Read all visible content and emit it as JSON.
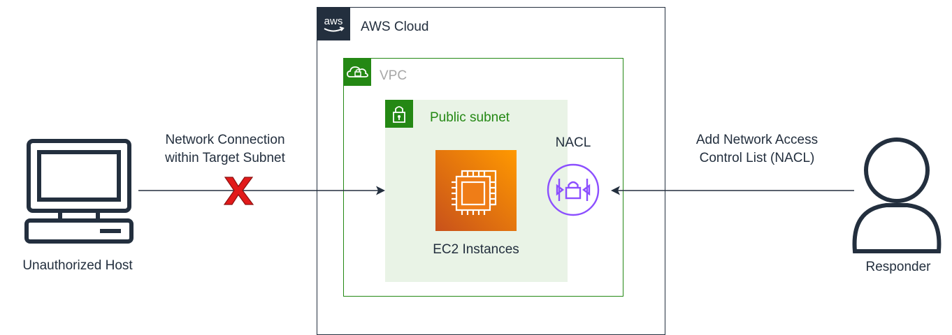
{
  "aws_cloud": {
    "logo_text": "aws",
    "label": "AWS Cloud"
  },
  "vpc": {
    "label": "VPC"
  },
  "subnet": {
    "label": "Public subnet"
  },
  "ec2": {
    "label": "EC2 Instances",
    "icon": "ec2-chip-icon"
  },
  "nacl": {
    "label": "NACL",
    "icon": "nacl-icon"
  },
  "unauthorized_host": {
    "label": "Unauthorized Host",
    "icon": "computer-icon"
  },
  "responder": {
    "label": "Responder",
    "icon": "user-icon"
  },
  "left_connection": {
    "label_line1": "Network Connection",
    "label_line2": "within Target Subnet",
    "blocked_icon": "red-x-icon"
  },
  "right_connection": {
    "label_line1": "Add Network Access",
    "label_line2": "Control List (NACL)"
  },
  "colors": {
    "vpc_green": "#248814",
    "subnet_fill": "#e9f3e6",
    "ec2_orange": "#ed7100",
    "nacl_purple": "#8c4fff",
    "dark": "#232f3e",
    "blocked_red": "#e21a1a"
  }
}
